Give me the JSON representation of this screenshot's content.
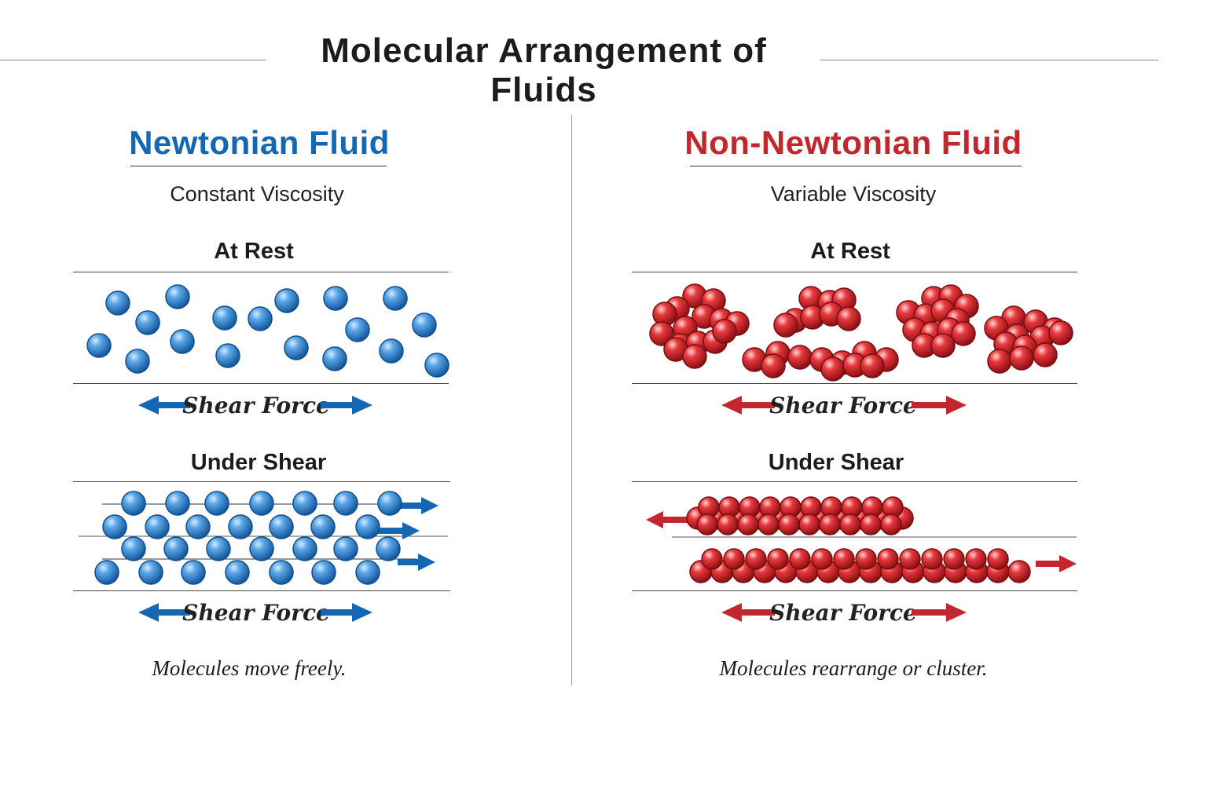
{
  "title": "Molecular Arrangement of Fluids",
  "colors": {
    "newtonian": "#1467b3",
    "non_newtonian": "#c1272d",
    "rule": "#8a8a8a"
  },
  "newtonian": {
    "heading": "Newtonian Fluid",
    "subtitle": "Constant Viscosity",
    "at_rest": "At Rest",
    "under_shear": "Under Shear",
    "shear_force_1": "Shear Force",
    "shear_force_2": "Shear Force",
    "caption": "Molecules move freely."
  },
  "non_newtonian": {
    "heading": "Non-Newtonian Fluid",
    "subtitle": "Variable Viscosity",
    "at_rest": "At Rest",
    "under_shear": "Under Shear",
    "shear_force_1": "Shear Force",
    "shear_force_2": "Shear Force",
    "caption": "Molecules rearrange or cluster."
  }
}
